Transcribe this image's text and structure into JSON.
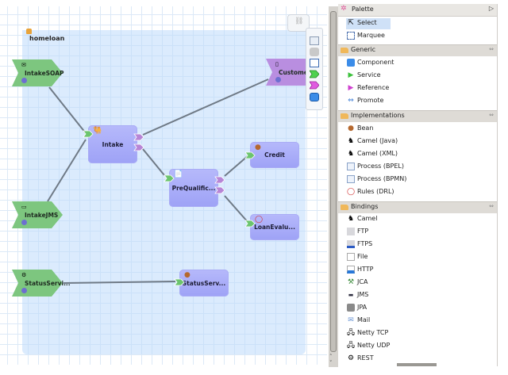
{
  "diagram": {
    "composite_name": "homeloan",
    "services": [
      {
        "name": "IntakeSOAP",
        "type": "service",
        "color": "#7dc67f"
      },
      {
        "name": "IntakeJMS",
        "type": "service",
        "color": "#7dc67f"
      },
      {
        "name": "StatusServi...",
        "type": "service",
        "color": "#7dc67f"
      }
    ],
    "references": [
      {
        "name": "CustomerL",
        "type": "reference",
        "color": "#b98ee0"
      }
    ],
    "components": [
      {
        "name": "Intake",
        "implementation": "camel"
      },
      {
        "name": "PreQualific...",
        "implementation": "process"
      },
      {
        "name": "Credit",
        "implementation": "bean"
      },
      {
        "name": "LoanEvalu...",
        "implementation": "rules"
      },
      {
        "name": "StatusServ...",
        "implementation": "bean"
      }
    ],
    "wires": [
      [
        "IntakeSOAP",
        "Intake"
      ],
      [
        "IntakeJMS",
        "Intake"
      ],
      [
        "Intake",
        "CustomerL"
      ],
      [
        "Intake",
        "PreQualific..."
      ],
      [
        "PreQualific...",
        "Credit"
      ],
      [
        "PreQualific...",
        "LoanEvalu..."
      ],
      [
        "StatusServi...",
        "StatusServ..."
      ]
    ]
  },
  "toolbar": {
    "top_icon": "link-icon",
    "tools": [
      "properties-icon",
      "stamp-icon",
      "zoom-fit-icon",
      "add-service-icon",
      "add-reference-icon",
      "add-component-icon"
    ]
  },
  "palette": {
    "title": "Palette",
    "tools": [
      {
        "label": "Select",
        "icon": "cursor-icon",
        "selected": true
      },
      {
        "label": "Marquee",
        "icon": "marquee-icon"
      }
    ],
    "drawers": [
      {
        "label": "Generic",
        "items": [
          {
            "label": "Component",
            "icon": "component-icon"
          },
          {
            "label": "Service",
            "icon": "service-icon"
          },
          {
            "label": "Reference",
            "icon": "reference-icon"
          },
          {
            "label": "Promote",
            "icon": "promote-icon"
          }
        ]
      },
      {
        "label": "Implementations",
        "items": [
          {
            "label": "Bean",
            "icon": "bean-icon"
          },
          {
            "label": "Camel (Java)",
            "icon": "camel-icon"
          },
          {
            "label": "Camel (XML)",
            "icon": "camel-icon"
          },
          {
            "label": "Process (BPEL)",
            "icon": "process-icon"
          },
          {
            "label": "Process (BPMN)",
            "icon": "process-icon"
          },
          {
            "label": "Rules (DRL)",
            "icon": "rules-icon"
          }
        ]
      },
      {
        "label": "Bindings",
        "items": [
          {
            "label": "Camel",
            "icon": "camel-icon"
          },
          {
            "label": "FTP",
            "icon": "ftp-icon"
          },
          {
            "label": "FTPS",
            "icon": "ftps-icon"
          },
          {
            "label": "File",
            "icon": "file-icon"
          },
          {
            "label": "HTTP",
            "icon": "http-icon"
          },
          {
            "label": "JCA",
            "icon": "jca-icon"
          },
          {
            "label": "JMS",
            "icon": "jms-icon"
          },
          {
            "label": "JPA",
            "icon": "jpa-icon"
          },
          {
            "label": "Mail",
            "icon": "mail-icon"
          },
          {
            "label": "Netty TCP",
            "icon": "netty-icon"
          },
          {
            "label": "Netty UDP",
            "icon": "netty-icon"
          },
          {
            "label": "REST",
            "icon": "rest-icon"
          }
        ]
      }
    ]
  }
}
